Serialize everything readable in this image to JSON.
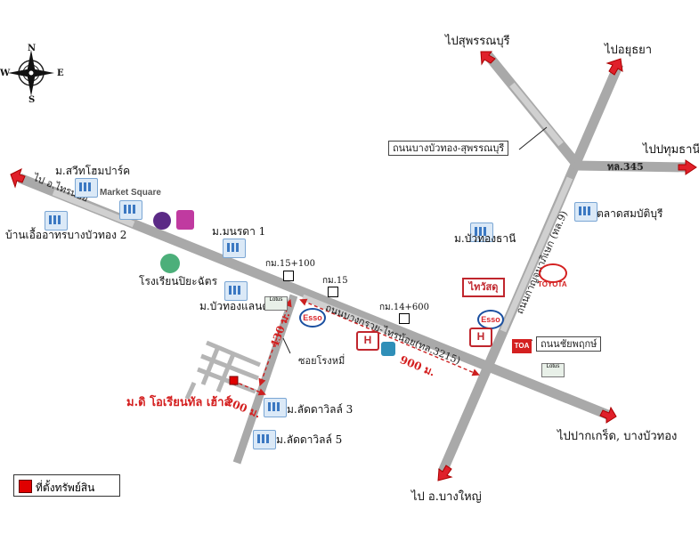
{
  "compass": {
    "n": "N",
    "s": "S",
    "e": "E",
    "w": "W"
  },
  "roads": {
    "bang_kruai_sai_noi": "ถนนบางกรวย-ไทรน้อย(ทล.3215)",
    "to_sai_noi": "ไป อ.ไทรน้อย",
    "kanchanaphisek": "ถนนกาญจนาภิเษก (ทล.9)",
    "bang_bua_thong_suphan": "ถนนบางบัวทอง-สุพรรณบุรี",
    "route_345": "ทล.345",
    "soi_rongmee": "ซอยโรงหมี่",
    "chaiyaphruek": "ถนนชัยพฤกษ์"
  },
  "destinations": {
    "suphanburi": "ไปสุพรรณบุรี",
    "ayutthaya": "ไปอยุธยา",
    "pathum_thani": "ไปปทุมธานี",
    "pak_kret": "ไปปากเกร็ด, บางบัวทอง",
    "bang_yai": "ไป อ.บางใหญ่"
  },
  "places": {
    "sweet_home_park": "ม.สวีทโฮมปาร์ค",
    "market_square": "Market Square",
    "baan_uea_arthorn": "บ้านเอื้ออาทรบางบัวทอง 2",
    "manrada": "ม.มนรดา 1",
    "school": "โรงเรียนปิยะฉัตร",
    "bua_thong_land": "ม.บัวทองแลนด์",
    "bua_thong_thani": "ม.บัวทองธานี",
    "sombat_buri_market": "ตลาดสมบัติบุรี",
    "lada_ville_3": "ม.ลัดดาวิลล์ 3",
    "lada_ville_5": "ม.ลัดดาวิลล์ 5",
    "oriental_house": "ม.ดิ โอเรียนทัล เฮ้าส์"
  },
  "km_markers": {
    "km15_100": "กม.15+100",
    "km15": "กม.15",
    "km14_600": "กม.14+600"
  },
  "distances": {
    "d430": "430 ม.",
    "d900": "900 ม.",
    "d200": "200 ม."
  },
  "brands": {
    "esso": "Esso",
    "toyota": "TOYOTA",
    "thai_watsadu": "ไทวัสดุ",
    "toa": "TOA",
    "lotus": "Lotus",
    "honda": "H"
  },
  "legend": {
    "label": "ที่ตั้งทรัพย์สิน",
    "color": "#e00000"
  },
  "colors": {
    "road": "#a9a9a9",
    "road_light": "#d0d0d0",
    "arrow": "#e0202a",
    "property": "#e00000",
    "distance": "#cc2020"
  }
}
